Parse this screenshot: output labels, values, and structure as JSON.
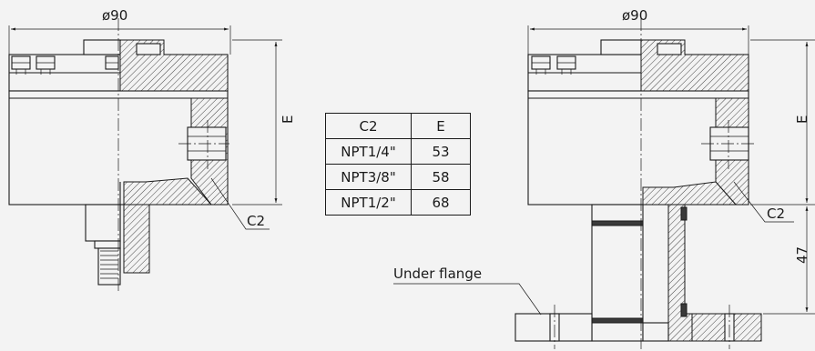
{
  "left_view": {
    "diameter_label": "ø90",
    "e_label": "E",
    "c2_label": "C2"
  },
  "right_view": {
    "diameter_label": "ø90",
    "e_label": "E",
    "dim_47_label": "47",
    "c2_label": "C2",
    "under_flange_label": "Under flange"
  },
  "table": {
    "headers": [
      "C2",
      "E"
    ],
    "rows": [
      [
        "NPT1/4\"",
        "53"
      ],
      [
        "NPT3/8\"",
        "58"
      ],
      [
        "NPT1/2\"",
        "68"
      ]
    ]
  }
}
